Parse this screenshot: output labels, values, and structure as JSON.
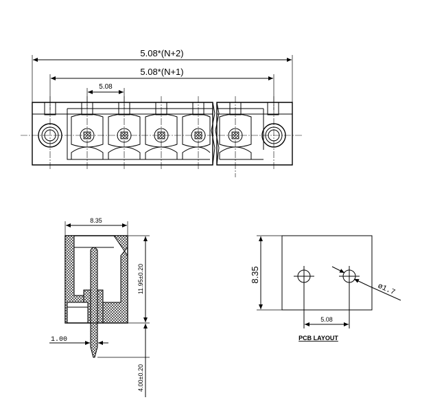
{
  "top_view": {
    "dim_overall": "5.08*(N+2)",
    "dim_inner": "5.08*(N+1)",
    "dim_pitch": "5.08"
  },
  "side_view": {
    "dim_width": "8.35",
    "dim_height": "11.95±0.20",
    "dim_pin_thickness": "1.00",
    "dim_pin_length": "4.00±0.20"
  },
  "pcb_layout": {
    "title": "PCB LAYOUT",
    "dim_height": "8.35",
    "dim_pitch": "5.08",
    "dim_hole": "ø1.7"
  }
}
